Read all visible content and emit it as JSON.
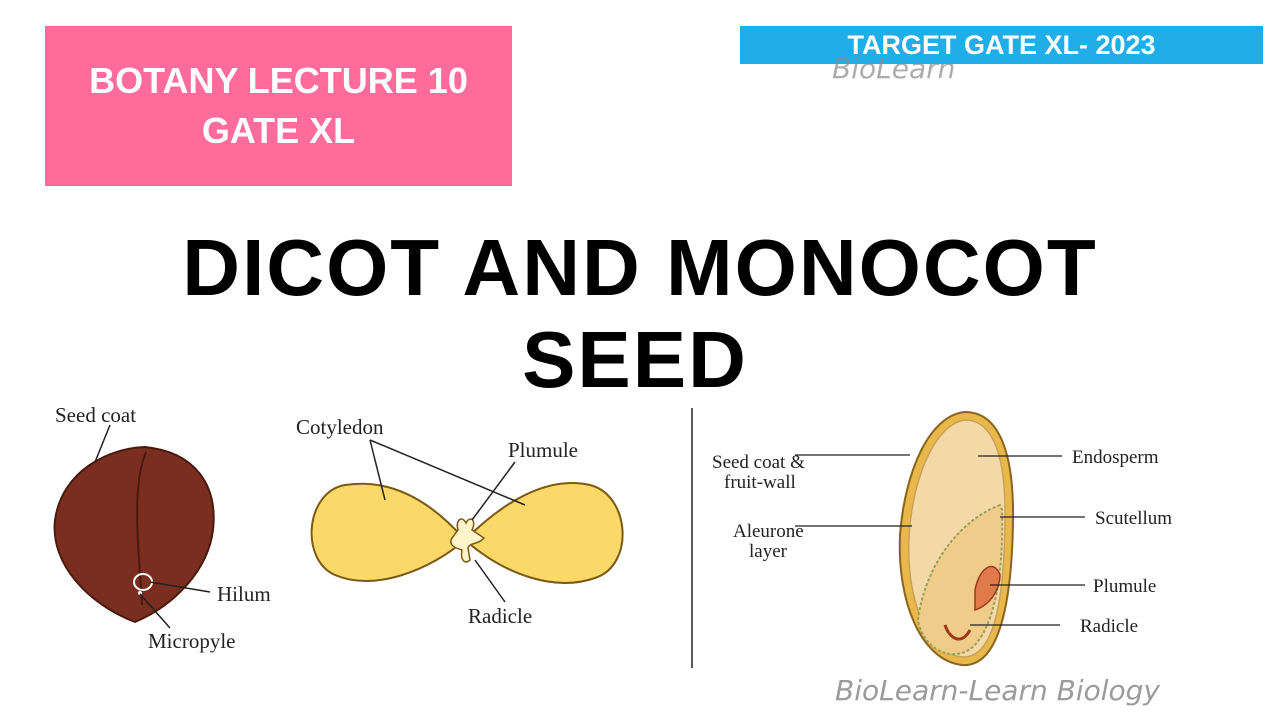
{
  "header": {
    "lecture_line1": "BOTANY LECTURE 10",
    "lecture_line2": "GATE XL",
    "target": "TARGET GATE XL- 2023"
  },
  "title": {
    "line1": "DICOT AND MONOCOT",
    "line2": "SEED"
  },
  "dicot_labels": {
    "seed_coat": "Seed coat",
    "hilum": "Hilum",
    "micropyle": "Micropyle",
    "cotyledon": "Cotyledon",
    "plumule": "Plumule",
    "radicle": "Radicle"
  },
  "monocot_labels": {
    "seed_coat_line1": "Seed coat &",
    "seed_coat_line2": "fruit-wall",
    "aleurone_line1": "Aleurone",
    "aleurone_line2": "layer",
    "endosperm": "Endosperm",
    "scutellum": "Scutellum",
    "plumule": "Plumule",
    "radicle": "Radicle"
  },
  "watermark": {
    "bottom": "BioLearn-Learn Biology",
    "top": "BioLearn"
  },
  "colors": {
    "pink": "#ff6b9a",
    "target_blue": "#1faee8",
    "seed_brown": "#7a2e1f",
    "cotyledon_yellow": "#fbd868",
    "endosperm_tan": "#f3d9a8"
  }
}
